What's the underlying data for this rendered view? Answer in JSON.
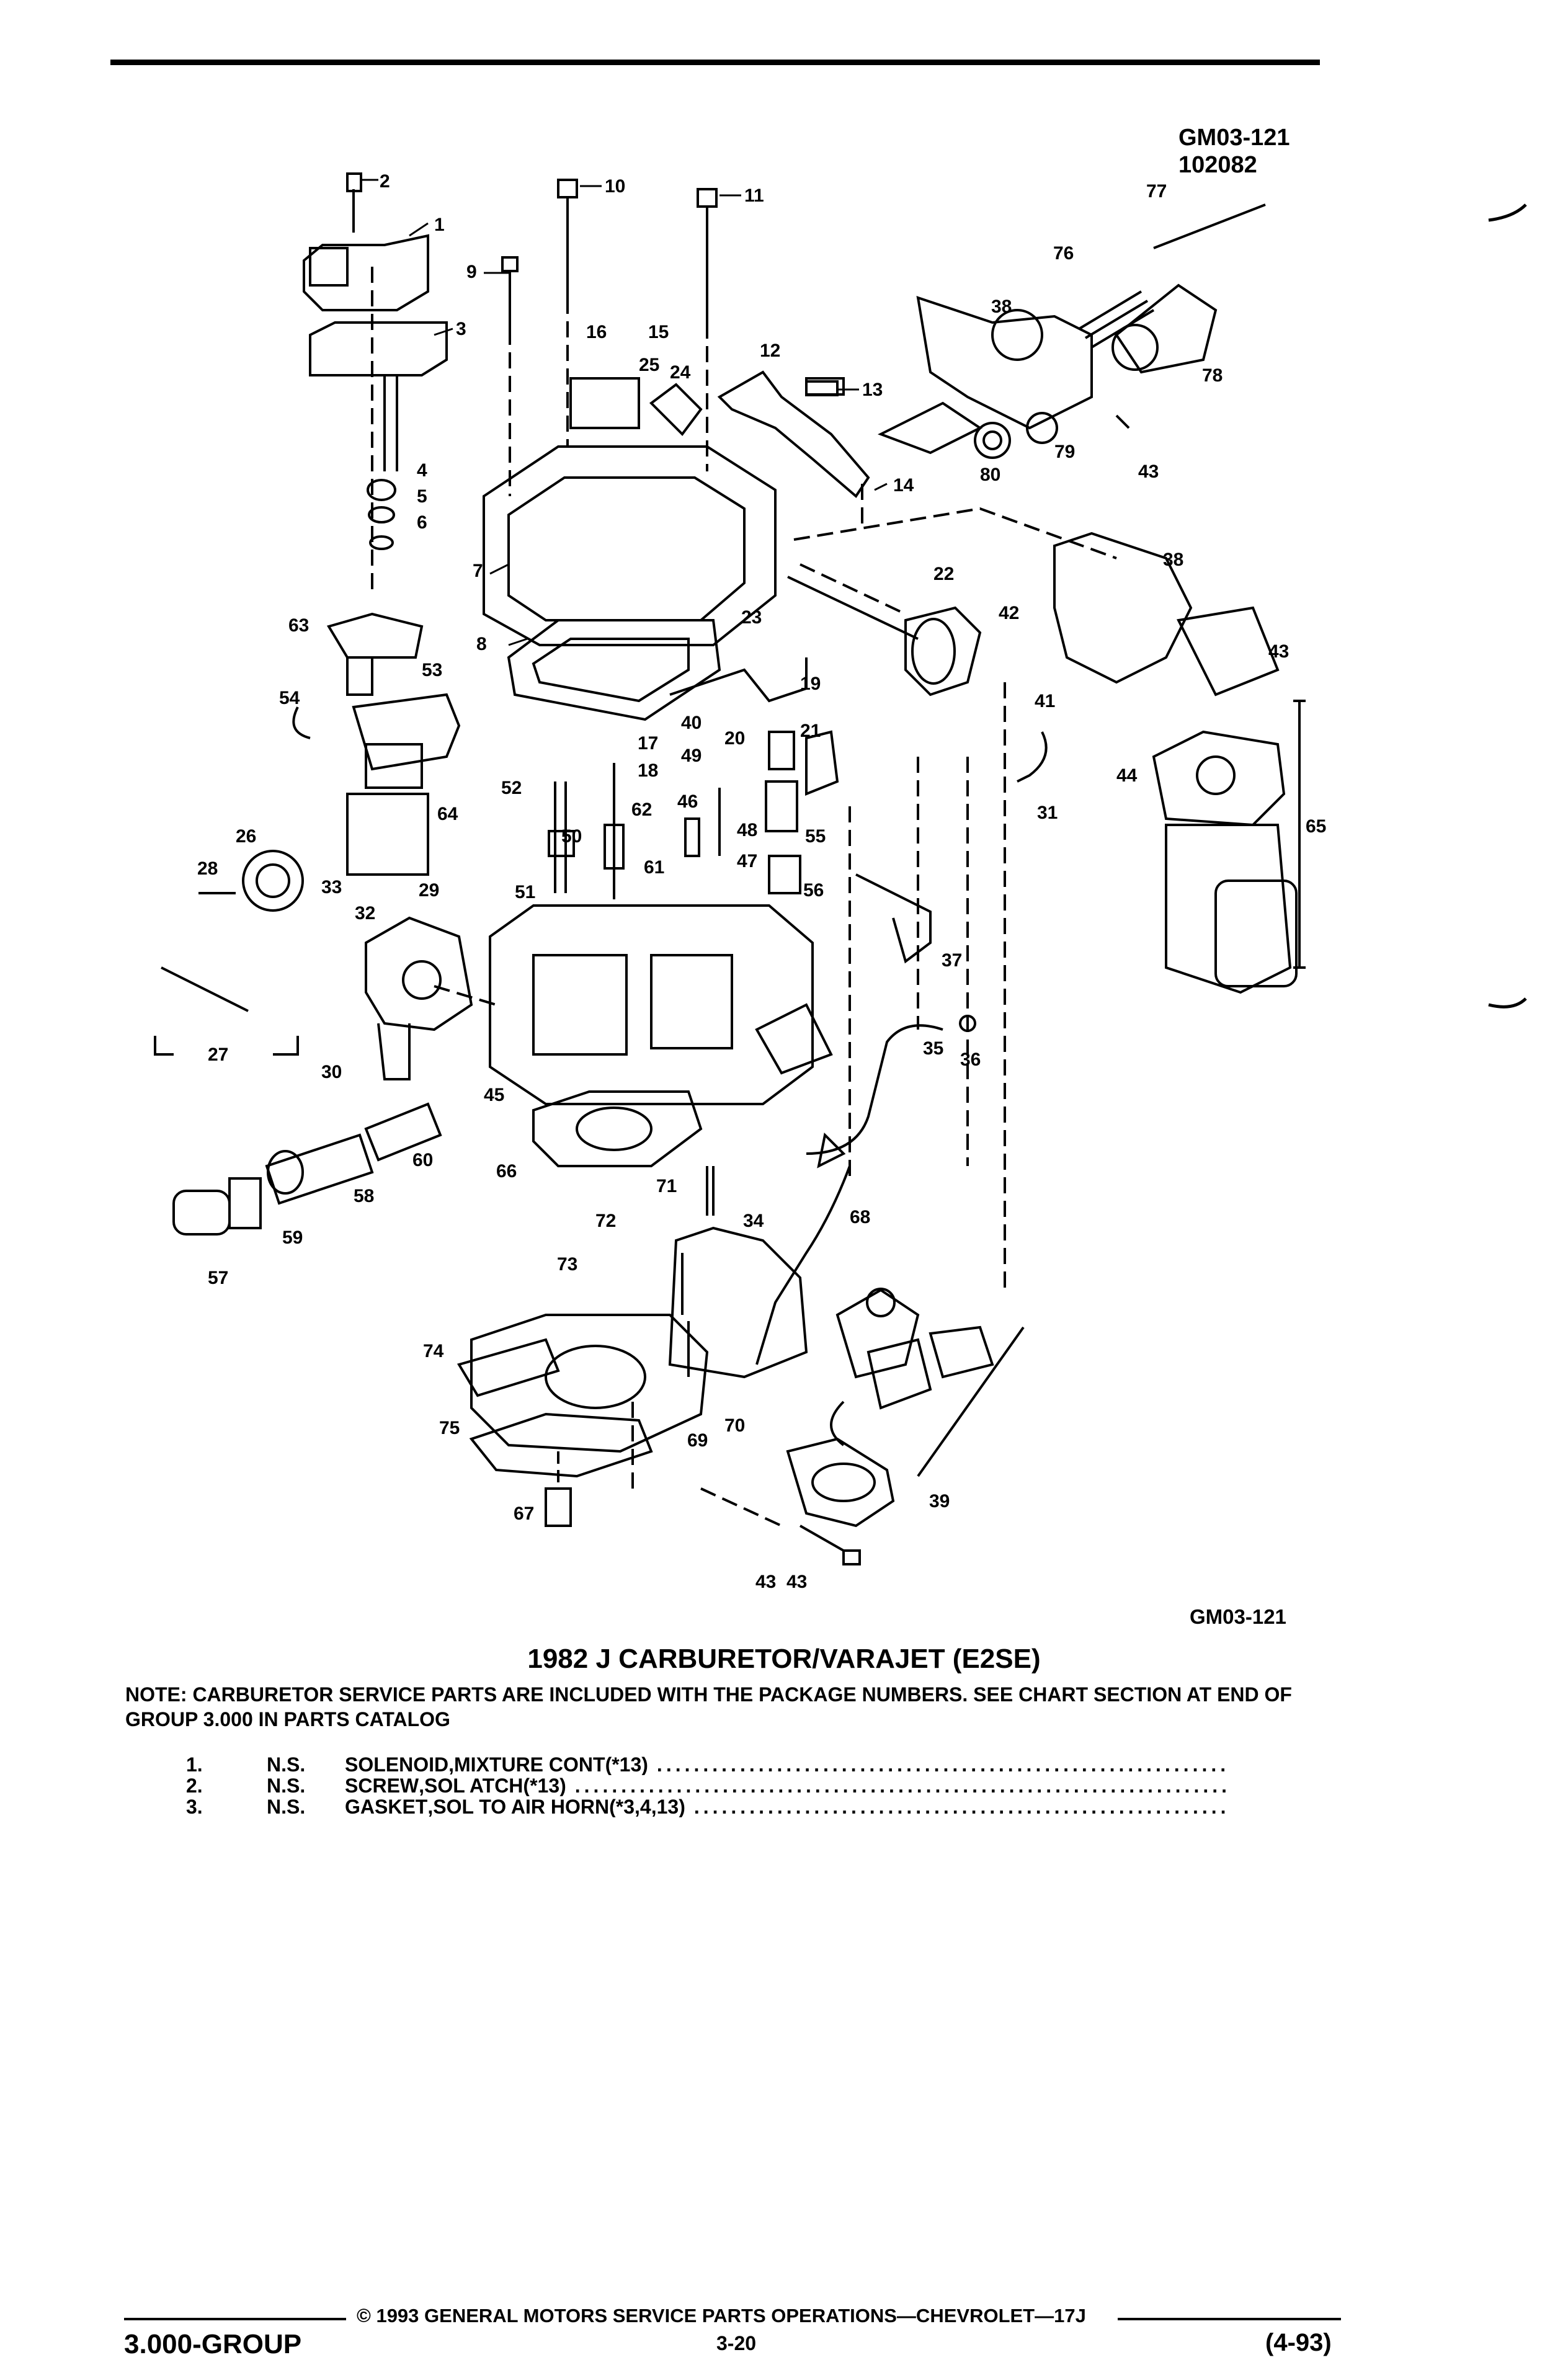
{
  "figure_code_top": [
    "GM03-121",
    "102082"
  ],
  "figure_code_bottom": "GM03-121",
  "callouts": [
    "1",
    "2",
    "3",
    "4",
    "5",
    "6",
    "7",
    "8",
    "9",
    "10",
    "11",
    "12",
    "13",
    "14",
    "15",
    "16",
    "17",
    "18",
    "19",
    "20",
    "21",
    "22",
    "23",
    "24",
    "25",
    "26",
    "27",
    "28",
    "29",
    "30",
    "31",
    "32",
    "33",
    "34",
    "35",
    "36",
    "37",
    "38",
    "38",
    "39",
    "40",
    "41",
    "42",
    "43",
    "43",
    "43",
    "43",
    "44",
    "45",
    "46",
    "47",
    "48",
    "49",
    "50",
    "51",
    "52",
    "53",
    "54",
    "55",
    "56",
    "57",
    "58",
    "59",
    "60",
    "61",
    "62",
    "63",
    "64",
    "65",
    "66",
    "67",
    "68",
    "69",
    "70",
    "71",
    "72",
    "73",
    "74",
    "75",
    "76",
    "77",
    "78",
    "79",
    "80"
  ],
  "title": "1982 J CARBURETOR/VARAJET (E2SE)",
  "note": "NOTE:  CARBURETOR SERVICE PARTS ARE INCLUDED WITH THE PACKAGE NUMBERS. SEE CHART SECTION AT END OF GROUP 3.000 IN PARTS CATALOG",
  "parts": [
    {
      "num": "1.",
      "ns": "N.S.",
      "name": "SOLENOID",
      "desc": " ,MIXTURE CONT(*13)"
    },
    {
      "num": "2.",
      "ns": "N.S.",
      "name": "SCREW",
      "desc": " ,SOL ATCH(*13)"
    },
    {
      "num": "3.",
      "ns": "N.S.",
      "name": "GASKET",
      "desc": " ,SOL TO AIR HORN(*3,4,13)"
    }
  ],
  "leader_dots": "................................................................................",
  "copyright": "© 1993 GENERAL MOTORS SERVICE PARTS OPERATIONS—CHEVROLET—17J",
  "group": "3.000-GROUP",
  "page_number": "3-20",
  "date_code": "(4-93)"
}
